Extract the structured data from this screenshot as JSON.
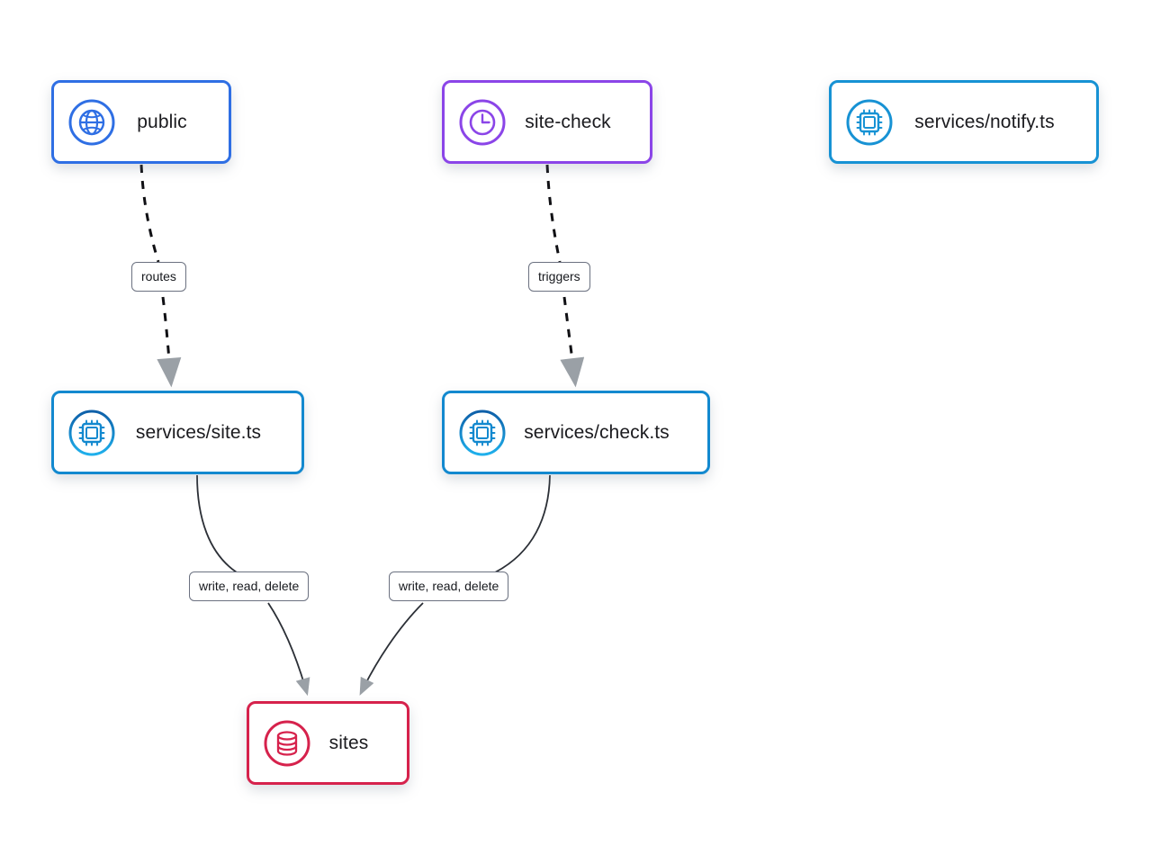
{
  "diagram": {
    "type": "architecture-graph",
    "background_color": "#ffffff",
    "nodes": [
      {
        "id": "public",
        "label": "public",
        "icon": "globe-icon",
        "color": "#2f6fe4",
        "kind": "entrypoint"
      },
      {
        "id": "site-check",
        "label": "site-check",
        "icon": "clock-icon",
        "color": "#8b45e8",
        "kind": "scheduled-job"
      },
      {
        "id": "services-notify",
        "label": "services/notify.ts",
        "icon": "cpu-chip-icon",
        "color": "#1792d4",
        "kind": "service"
      },
      {
        "id": "services-site",
        "label": "services/site.ts",
        "icon": "cpu-chip-icon",
        "color": "#1389cf",
        "kind": "service"
      },
      {
        "id": "services-check",
        "label": "services/check.ts",
        "icon": "cpu-chip-icon",
        "color": "#1389cf",
        "kind": "service"
      },
      {
        "id": "sites",
        "label": "sites",
        "icon": "database-icon",
        "color": "#d6224c",
        "kind": "datastore"
      }
    ],
    "edges": [
      {
        "id": "public-to-site",
        "from": "public",
        "to": "services-site",
        "label": "routes",
        "style": "dashed",
        "color": "#101014",
        "arrow_color": "#9aa0a6"
      },
      {
        "id": "sitecheck-to-check",
        "from": "site-check",
        "to": "services-check",
        "label": "triggers",
        "style": "dashed",
        "color": "#101014",
        "arrow_color": "#9aa0a6"
      },
      {
        "id": "site-to-sites",
        "from": "services-site",
        "to": "sites",
        "label": "write, read, delete",
        "style": "solid",
        "color": "#2b2f36",
        "arrow_color": "#9aa0a6"
      },
      {
        "id": "check-to-sites",
        "from": "services-check",
        "to": "sites",
        "label": "write, read, delete",
        "style": "solid",
        "color": "#2b2f36",
        "arrow_color": "#9aa0a6"
      }
    ]
  }
}
